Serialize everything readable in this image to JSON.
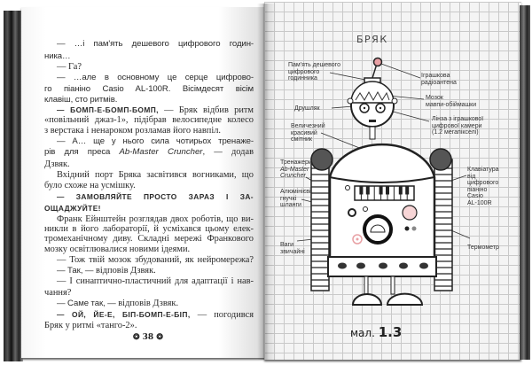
{
  "left_page": {
    "lines": [
      {
        "indent": true,
        "segments": [
          {
            "style": "sans",
            "text": "— …і пам'ять дешевого цифрового годин-"
          }
        ]
      },
      {
        "indent": false,
        "last": true,
        "segments": [
          {
            "style": "sans",
            "text": "ника…"
          }
        ]
      },
      {
        "indent": true,
        "last": true,
        "segments": [
          {
            "style": "serif",
            "text": "— Га?"
          }
        ]
      },
      {
        "indent": true,
        "segments": [
          {
            "style": "sans",
            "text": "— …але в основному це серце цифрово-"
          }
        ]
      },
      {
        "indent": false,
        "segments": [
          {
            "style": "sans",
            "text": "го піаніно Casio AL-100R. Вісімдесят вісім"
          }
        ]
      },
      {
        "indent": false,
        "last": true,
        "segments": [
          {
            "style": "sans",
            "text": "клавіш, сто ритмів."
          }
        ]
      },
      {
        "indent": true,
        "segments": [
          {
            "style": "disp",
            "text": "— Бомп-е-бомп-бомп,"
          },
          {
            "style": "serif",
            "text": " — Бряк відбив ритм"
          }
        ]
      },
      {
        "indent": false,
        "segments": [
          {
            "style": "serif",
            "text": "«повільний джаз-1», підібрав велосипедне колесо"
          }
        ]
      },
      {
        "indent": false,
        "last": true,
        "segments": [
          {
            "style": "serif",
            "text": "з верстака і ненароком розламав його навпіл."
          }
        ]
      },
      {
        "indent": true,
        "segments": [
          {
            "style": "sans",
            "text": "— А… ще у нього сила чотирьох тренаже-"
          }
        ]
      },
      {
        "indent": false,
        "segments": [
          {
            "style": "sans",
            "text": "рів для преса "
          },
          {
            "style": "ital",
            "text": "Ab-Master Cruncher"
          },
          {
            "style": "sans",
            "text": ", —"
          },
          {
            "style": "serif",
            "text": " додав"
          }
        ]
      },
      {
        "indent": false,
        "last": true,
        "segments": [
          {
            "style": "serif",
            "text": "Дзвяк."
          }
        ]
      },
      {
        "indent": true,
        "segments": [
          {
            "style": "serif",
            "text": "Вхідний порт Бряка засвітився вогниками, що"
          }
        ]
      },
      {
        "indent": false,
        "last": true,
        "segments": [
          {
            "style": "serif",
            "text": "було схоже на усмішку."
          }
        ]
      },
      {
        "indent": true,
        "segments": [
          {
            "style": "disp",
            "text": "— Замовляйте просто зараз і за-"
          }
        ]
      },
      {
        "indent": false,
        "last": true,
        "segments": [
          {
            "style": "disp",
            "text": "ощаджуйте!"
          }
        ]
      },
      {
        "indent": true,
        "segments": [
          {
            "style": "serif",
            "text": "Франк Ейнштейн розглядав двох роботів, що ви-"
          }
        ]
      },
      {
        "indent": false,
        "segments": [
          {
            "style": "serif",
            "text": "никли в його лабораторії, й усміхався цьому елек-"
          }
        ]
      },
      {
        "indent": false,
        "segments": [
          {
            "style": "serif",
            "text": "тромеханічному диву. Складні мережі Франкового"
          }
        ]
      },
      {
        "indent": false,
        "last": true,
        "segments": [
          {
            "style": "serif",
            "text": "мозку освітлювалися новими ідеями."
          }
        ]
      },
      {
        "indent": true,
        "segments": [
          {
            "style": "serif",
            "text": "— Тож твій мозок збудований, як нейромережа?"
          }
        ]
      },
      {
        "indent": true,
        "last": true,
        "segments": [
          {
            "style": "sans",
            "text": "— Так, —"
          },
          {
            "style": "serif",
            "text": " відповів Дзвяк."
          }
        ]
      },
      {
        "indent": true,
        "segments": [
          {
            "style": "serif",
            "text": "— І синаптично-пластичний для адаптації і нав-"
          }
        ]
      },
      {
        "indent": false,
        "last": true,
        "segments": [
          {
            "style": "serif",
            "text": "чання?"
          }
        ]
      },
      {
        "indent": true,
        "last": true,
        "segments": [
          {
            "style": "sans",
            "text": "— Саме так, —"
          },
          {
            "style": "serif",
            "text": " відповів Дзвяк."
          }
        ]
      },
      {
        "indent": true,
        "segments": [
          {
            "style": "disp",
            "text": "— Ой, йе-е, біп-бомп-е-біп,"
          },
          {
            "style": "serif",
            "text": " — погодився"
          }
        ]
      },
      {
        "indent": false,
        "last": true,
        "segments": [
          {
            "style": "serif",
            "text": "Бряк у ритмі «танго-2»."
          }
        ]
      }
    ],
    "page_number": "❂ 38 ❂"
  },
  "right_page": {
    "title": "БРЯК",
    "labels": {
      "memory": "Пам'ять дешевого\nцифрового\nгодинника",
      "antenna": "Іграшкова\nрадіоантена",
      "brain": "Мозок\nмавпи-обіймашки",
      "colander": "Друшляк",
      "lens": "Лінза з іграшкової\nцифрової камери\n(1.2 мегапікселі)",
      "trashcan": "Величезний\nкрасивий\nсмітник",
      "trainers_prefix": "Тренажери",
      "trainers_name": "Ab-Master\nCruncher",
      "keyboard": "Клавіатура\nвід\nцифрового\nпіаніно\nCasio\nAL-100R",
      "hoses": "Алюмінієві\nгнучкі\nшланги",
      "scales": "Ваги\nзвичайні",
      "thermometer": "Термометр"
    },
    "figure_caption": "мал.",
    "figure_number": "1.3",
    "accent_color": "#e8a0a4"
  }
}
